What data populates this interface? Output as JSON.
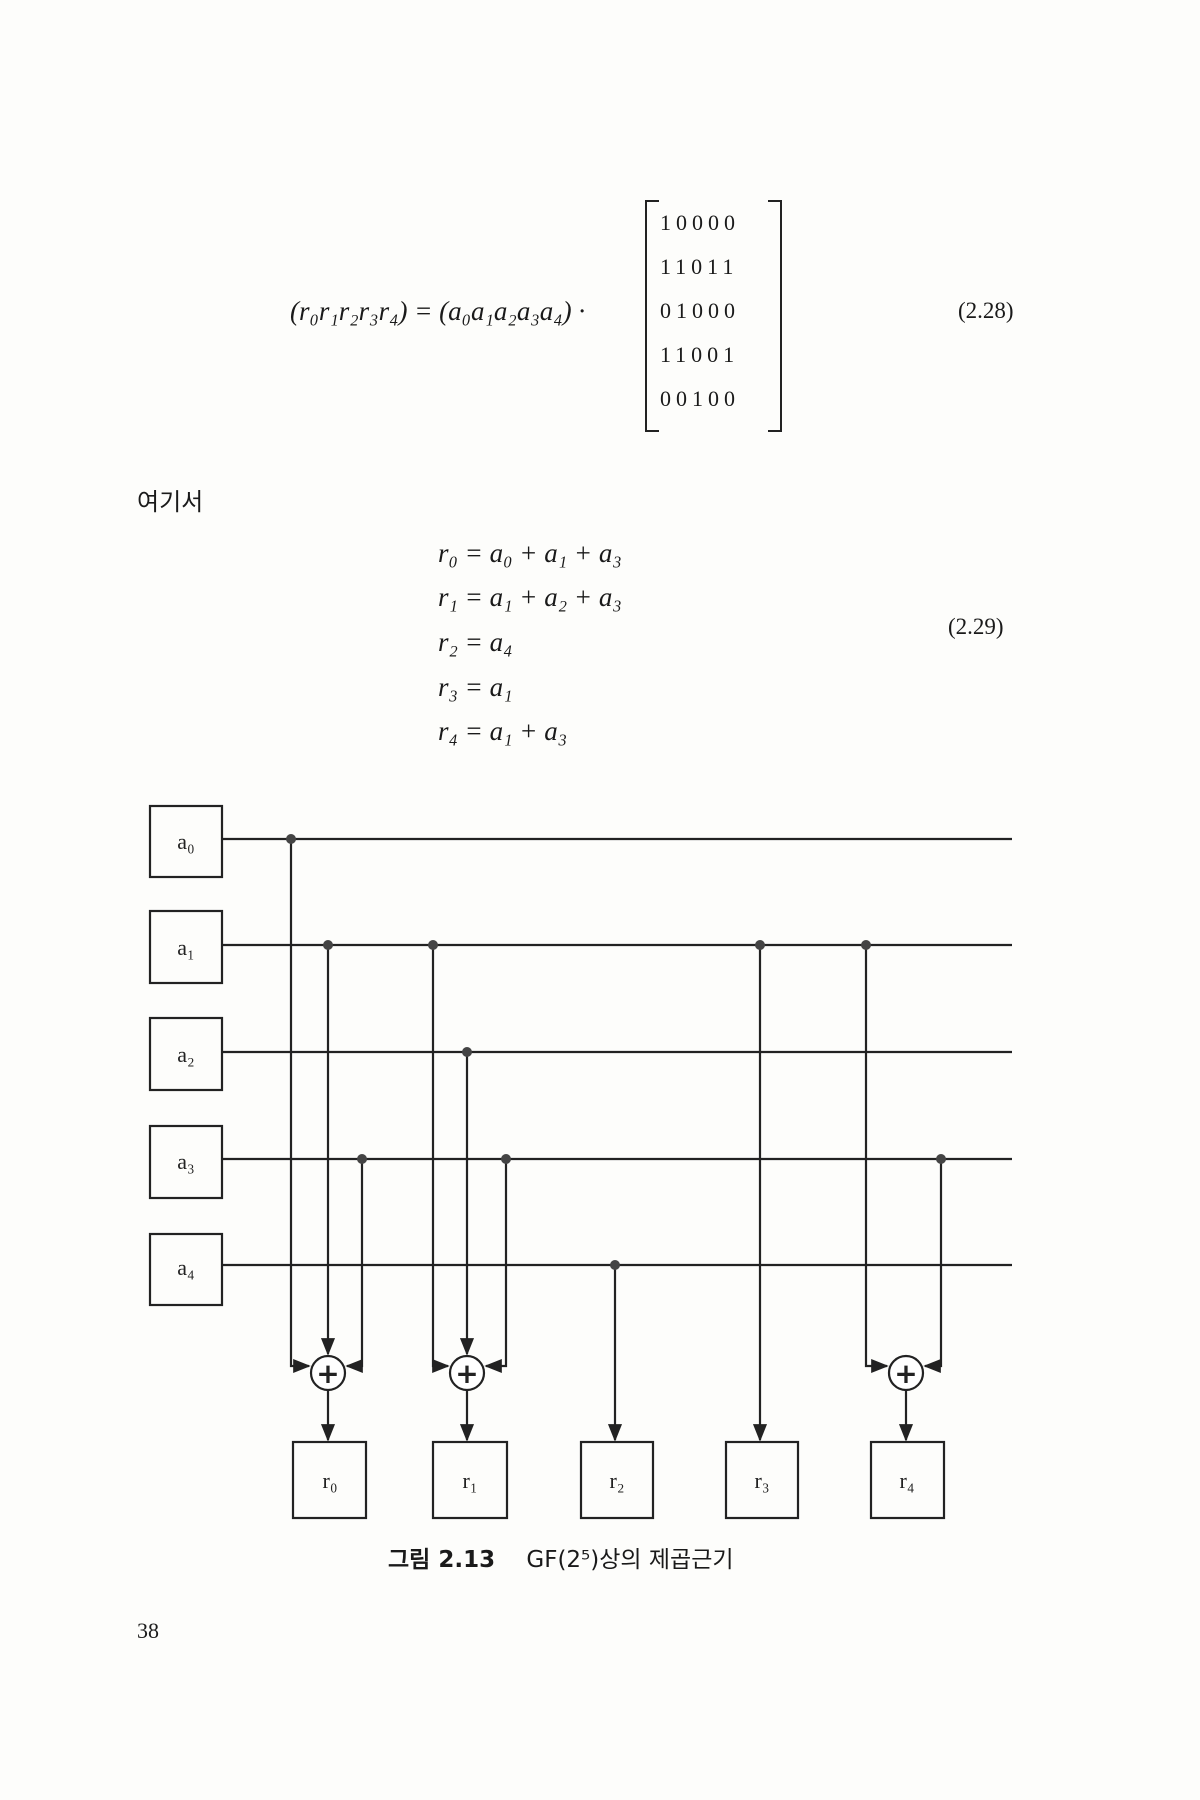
{
  "equation_228": {
    "lhs": "(r₀r₁r₂r₃r₄) = (a₀a₁a₂a₃a₄) ·",
    "matrix_rows": [
      "10000",
      "11011",
      "01000",
      "11001",
      "00100"
    ],
    "number": "(2.28)"
  },
  "where_label": "여기서",
  "equation_229": {
    "lines": [
      "r₀ = a₀ + a₁ + a₃",
      "r₁ = a₁ + a₂ + a₃",
      "r₂ = a₄",
      "r₃ = a₁",
      "r₄ = a₁ + a₃"
    ],
    "number": "(2.29)"
  },
  "diagram": {
    "inputs": [
      "a₀",
      "a₁",
      "a₂",
      "a₃",
      "a₄"
    ],
    "outputs": [
      "r₀",
      "r₁",
      "r₂",
      "r₃",
      "r₄"
    ],
    "xor_symbol": "+"
  },
  "caption": {
    "prefix": "그림 2.13",
    "title": "GF(2⁵)상의 제곱근기"
  },
  "page_number": "38"
}
